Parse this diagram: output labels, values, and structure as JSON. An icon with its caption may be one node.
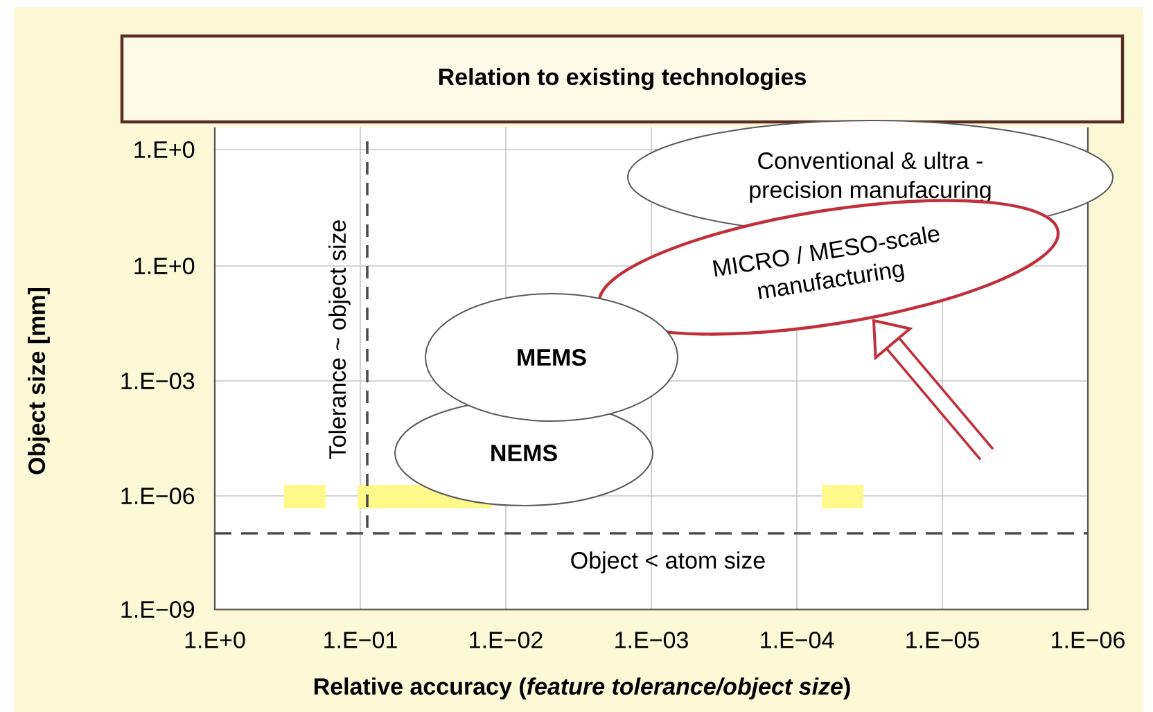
{
  "diagram": {
    "title": "Relation to existing technologies",
    "nodes": [
      {
        "text": [
          "Conventional & ultra - precision manufacuring"
        ]
      },
      {
        "text": [
          "MICRO / MESO-scale manufacturing"
        ]
      },
      {
        "text": [
          "MEMS"
        ]
      },
      {
        "text": [
          "NEMS"
        ]
      }
    ],
    "edges": [
      {
        "from": null,
        "to": 1,
        "arrow": "to",
        "color": "#c0303a"
      }
    ],
    "labels": [
      "Object size [mm]",
      "1.E+0",
      "1.E+0",
      "1.E−03",
      "1.E−06",
      "1.E−09",
      "1.E+0",
      "1.E−01",
      "1.E−02",
      "1.E−03",
      "1.E−04",
      "1.E−05",
      "1.E−06",
      "Relative accuracy (*feature tolerance/object size*)",
      "Tolerance ~ object size",
      "Object < atom size"
    ]
  }
}
